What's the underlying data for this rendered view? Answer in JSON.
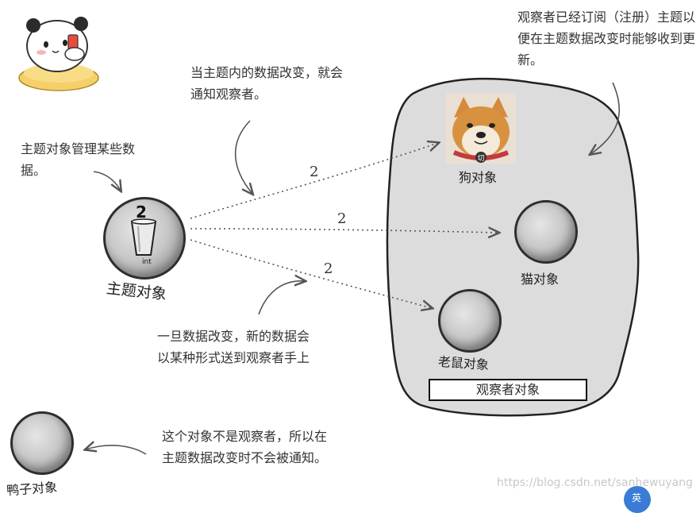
{
  "notes": {
    "subject_manages": "主题对象管理某些数据。",
    "data_changes": "当主题内的数据改变，就会通知观察者。",
    "registered": "观察者已经订阅（注册）主题以便在主题数据改变时能够收到更新。",
    "sent_to_observers": "一旦数据改变，新的数据会以某种形式送到观察者手上",
    "not_observer": "这个对象不是观察者，所以在主题数据改变时不会被通知。"
  },
  "subject": {
    "label": "主题对象",
    "value": "2",
    "type_tag": "int"
  },
  "arrows": {
    "value1": "2",
    "value2": "2",
    "value3": "2"
  },
  "observers": {
    "dog": "狗对象",
    "cat": "猫对象",
    "mouse": "老鼠对象",
    "group_label": "观察者对象"
  },
  "outsider": {
    "label": "鸭子对象"
  },
  "dog_badge": "切",
  "watermark": "https://blog.csdn.net/sanhewuyang",
  "corner_badge": "英"
}
